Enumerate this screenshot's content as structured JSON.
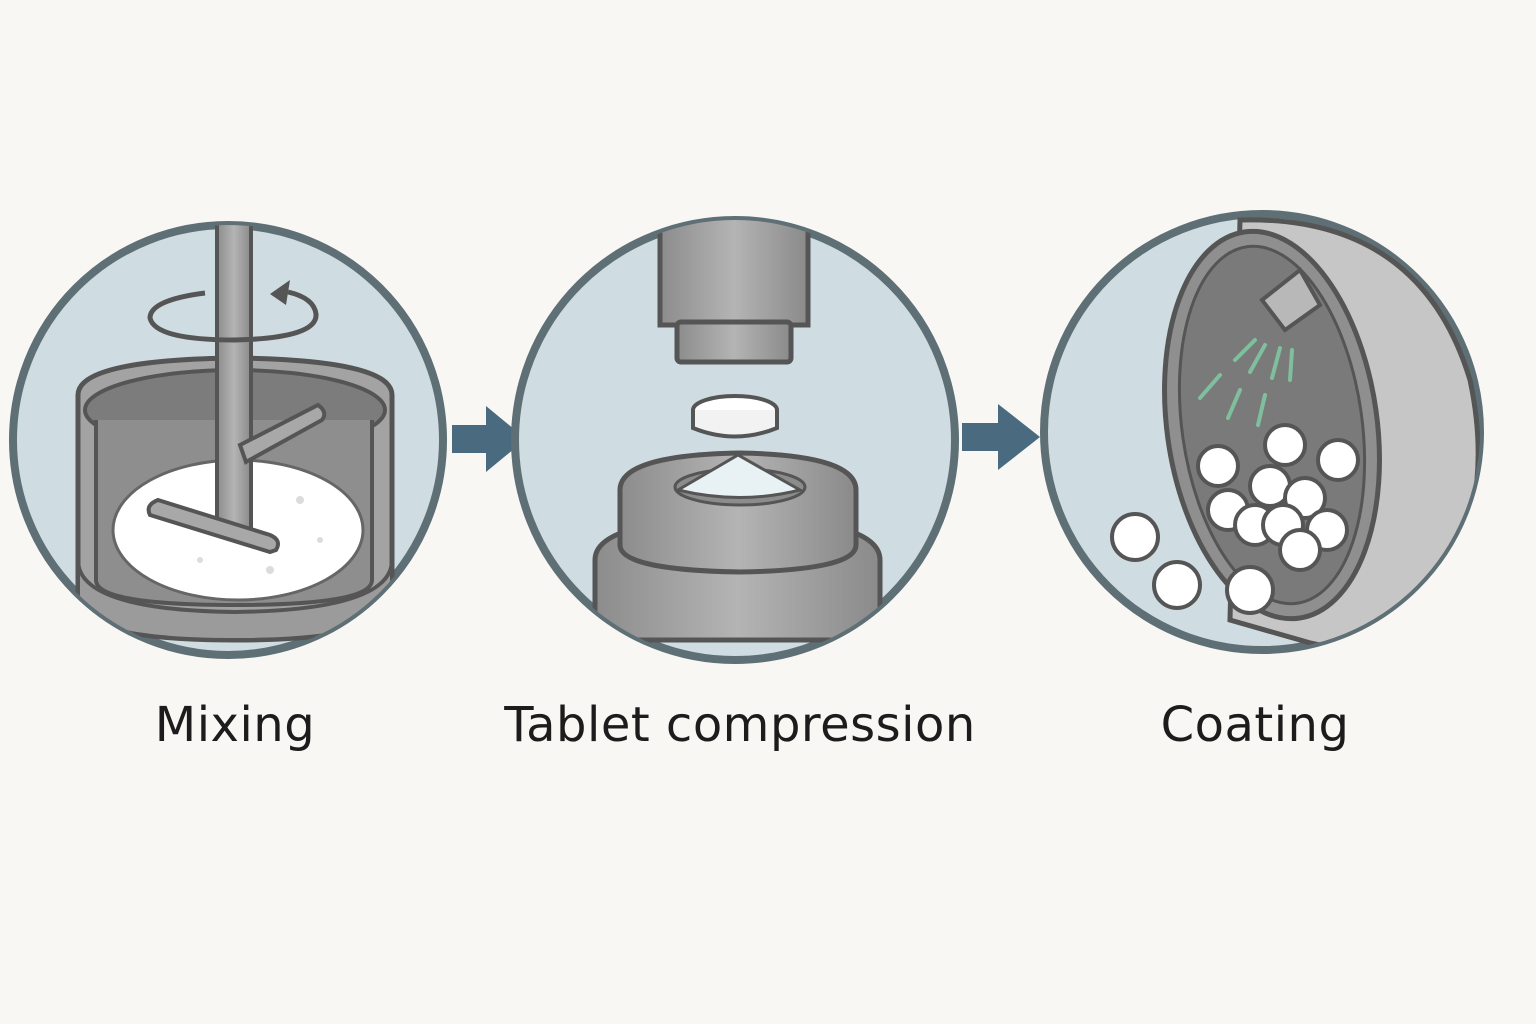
{
  "steps": [
    {
      "label": "Mixing",
      "icon": "mixing-tank-icon"
    },
    {
      "label": "Tablet compression",
      "icon": "tablet-press-icon"
    },
    {
      "label": "Coating",
      "icon": "coating-drum-icon"
    }
  ],
  "colors": {
    "background": "#f8f7f3",
    "circle_fill": "#cfdde2",
    "circle_stroke": "#5e6f75",
    "metal": "#9a9a9a",
    "metal_light": "#c4c4c4",
    "outline": "#555555",
    "arrow": "#4a6a80",
    "spray": "#7fbf9e",
    "powder": "#ffffff"
  }
}
